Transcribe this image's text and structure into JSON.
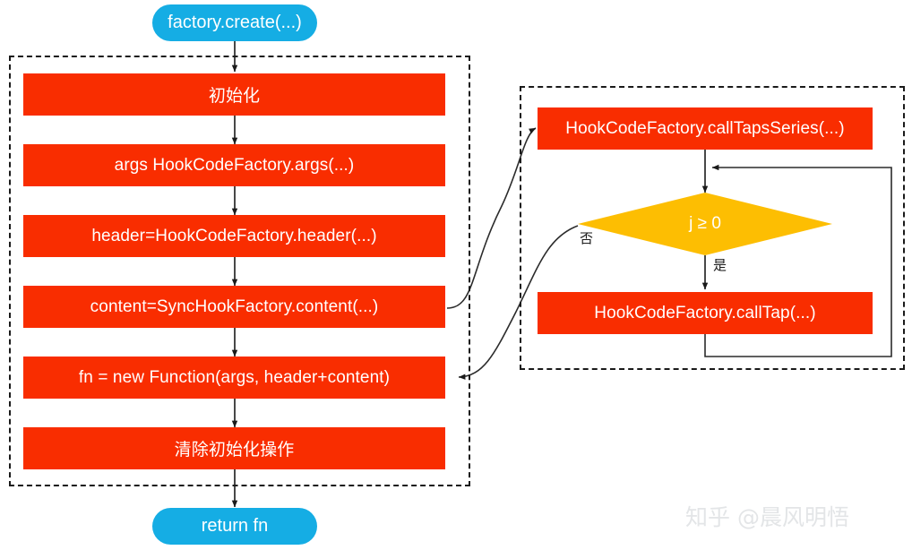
{
  "diagram": {
    "type": "flowchart",
    "title": "factory.create flow",
    "colors": {
      "process_fill": "#F92D00",
      "terminal_fill": "#15ADE4",
      "decision_fill": "#FDBE02",
      "edge_stroke": "#1a1a1a",
      "group_border": "#1a1a1a",
      "node_text": "#ffffff",
      "watermark": "#e3e5e7"
    },
    "nodes": {
      "start": {
        "label": "factory.create(...)",
        "shape": "terminal"
      },
      "init": {
        "label": "初始化",
        "shape": "process"
      },
      "args": {
        "label": "args HookCodeFactory.args(...)",
        "shape": "process"
      },
      "header": {
        "label": "header=HookCodeFactory.header(...)",
        "shape": "process"
      },
      "content": {
        "label": "content=SyncHookFactory.content(...)",
        "shape": "process"
      },
      "fn": {
        "label": "fn = new Function(args, header+content)",
        "shape": "process"
      },
      "cleanup": {
        "label": "清除初始化操作",
        "shape": "process"
      },
      "end": {
        "label": "return fn",
        "shape": "terminal"
      },
      "call_taps_series": {
        "label": "HookCodeFactory.callTapsSeries(...)",
        "shape": "process"
      },
      "decision": {
        "label": "j ≥ 0",
        "shape": "decision"
      },
      "call_tap": {
        "label": "HookCodeFactory.callTap(...)",
        "shape": "process"
      }
    },
    "edge_labels": {
      "no": "否",
      "yes": "是"
    },
    "groups": {
      "left": {
        "name": "main-create-group"
      },
      "right": {
        "name": "call-taps-series-group"
      }
    }
  },
  "watermark": {
    "text": "知乎 @晨风明悟"
  }
}
